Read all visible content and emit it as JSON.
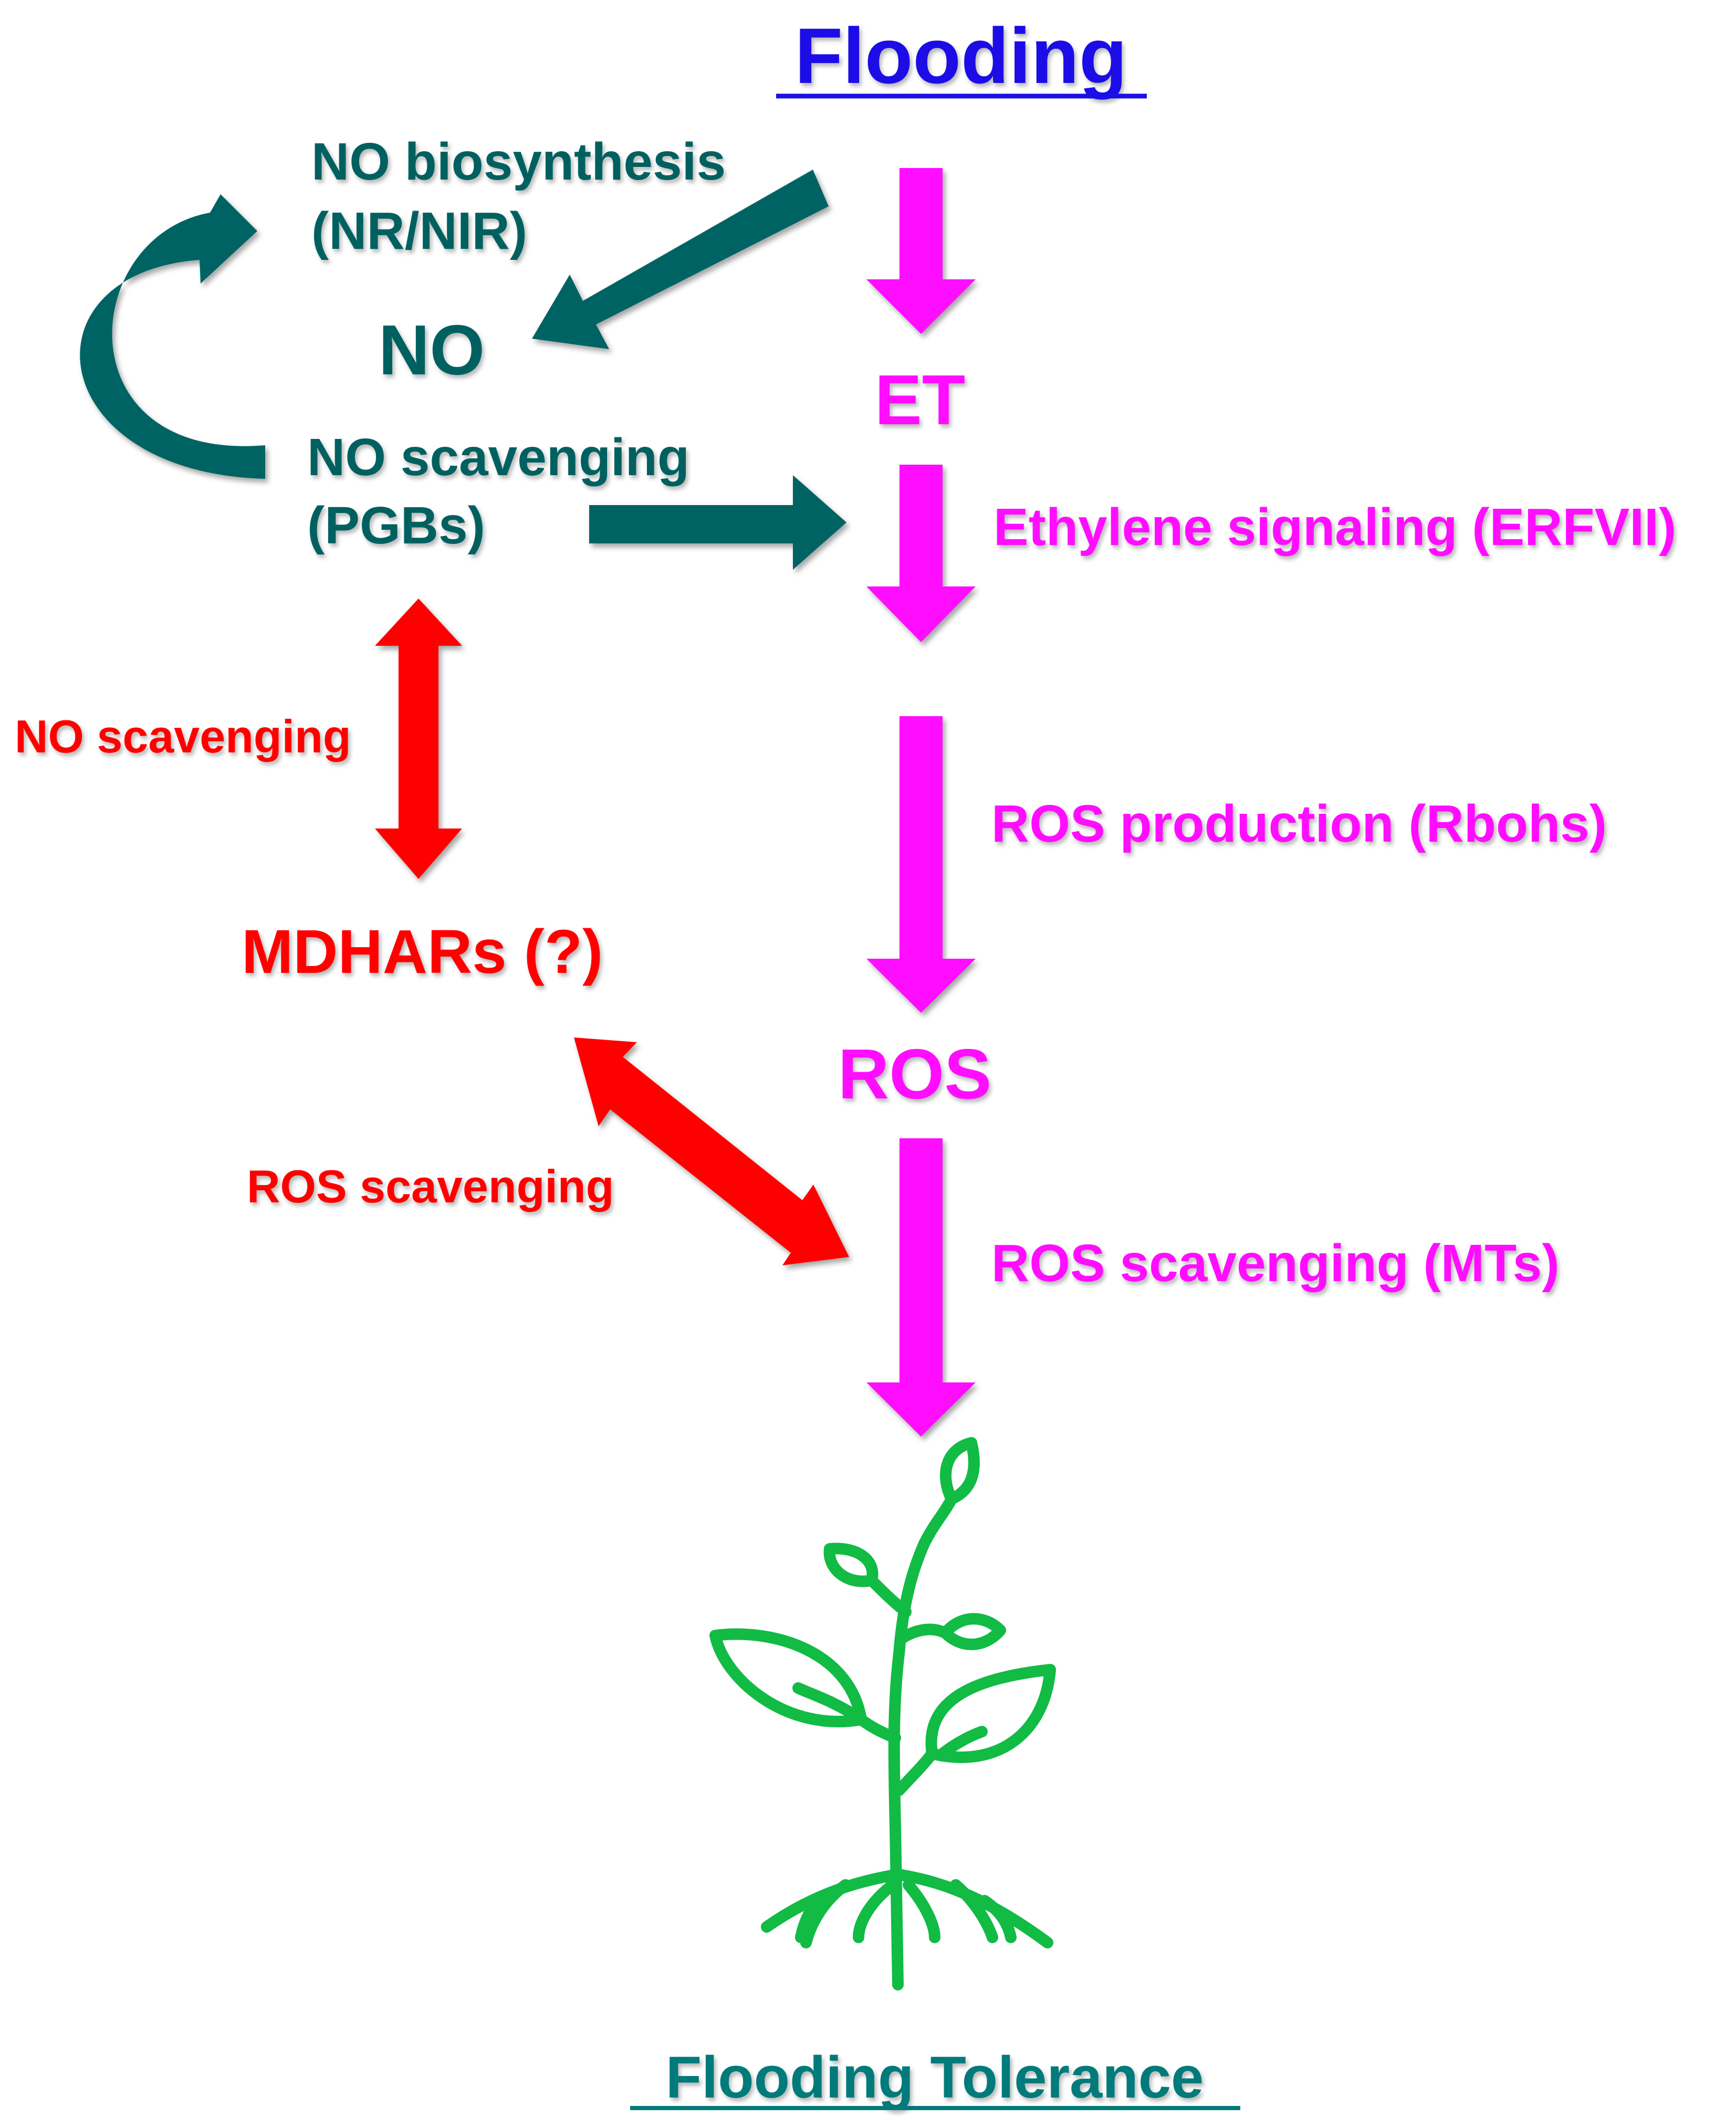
{
  "title": "Flooding",
  "footer": "Flooding Tolerance",
  "colors": {
    "title": "#1a10e6",
    "no_pathway": "#006060",
    "et_pathway": "#ff10ff",
    "mdhar": "#ff0000",
    "plant": "#11bb44",
    "footer": "#007a7a"
  },
  "nodes": {
    "no_biosynthesis_line1": "NO biosynthesis",
    "no_biosynthesis_line2": "(NR/NIR)",
    "no": "NO",
    "no_scavenging_line1": "NO scavenging",
    "no_scavenging_line2": "(PGBs)",
    "et": "ET",
    "ros": "ROS",
    "mdhars": "MDHARs (?)"
  },
  "edge_labels": {
    "ethylene_signaling": "Ethylene signaling (ERFVII)",
    "ros_production": "ROS production (Rbohs)",
    "ros_scavenging_mts": "ROS scavenging (MTs)",
    "no_scavenging_red": "NO scavenging",
    "ros_scavenging_red": "ROS scavenging"
  },
  "icons": {
    "plant": "plant-seedling-icon"
  }
}
